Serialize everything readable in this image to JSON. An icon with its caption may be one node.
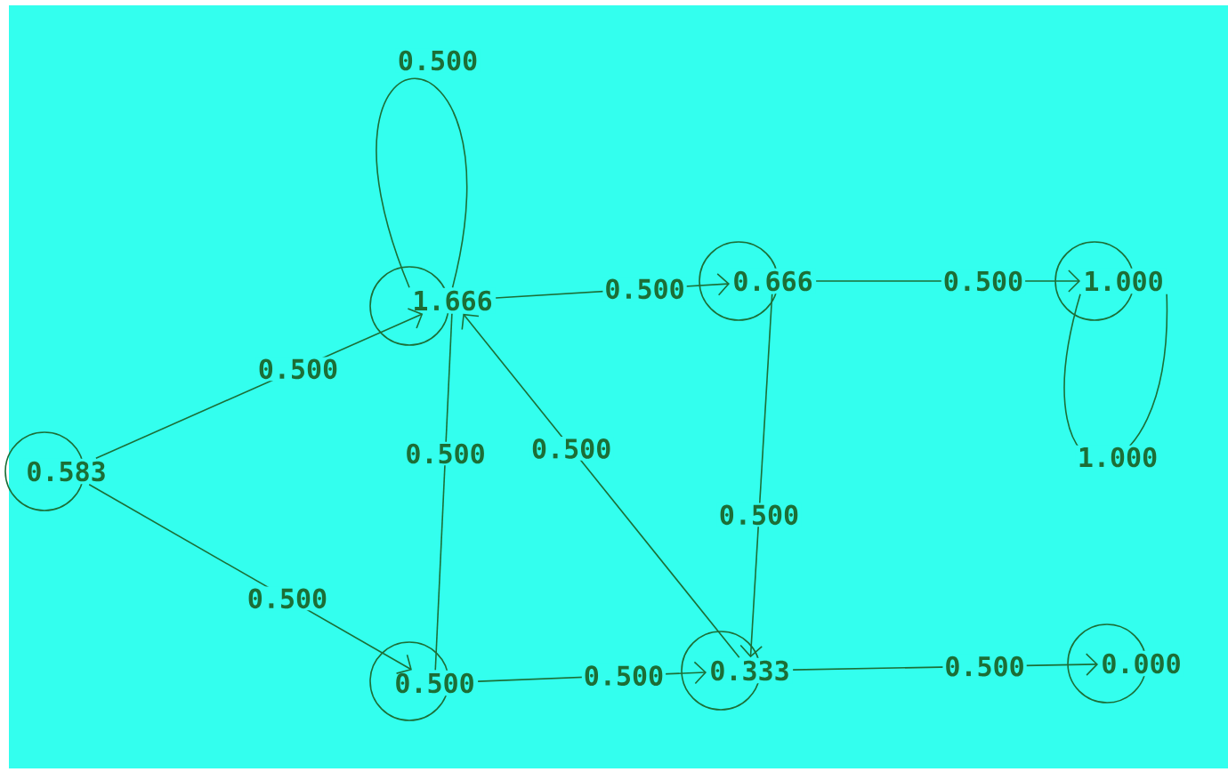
{
  "diagram": {
    "nodes": [
      {
        "text": [
          "0.583"
        ]
      },
      {
        "text": [
          "1.666"
        ]
      },
      {
        "text": [
          "0.666"
        ]
      },
      {
        "text": [
          "1.000"
        ]
      },
      {
        "text": [
          "0.500"
        ]
      },
      {
        "text": [
          "0.333"
        ]
      },
      {
        "text": [
          "0.000"
        ]
      }
    ],
    "edges": [
      {
        "from": 0,
        "to": 1,
        "arrow": "to",
        "label": "0.500"
      },
      {
        "from": 0,
        "to": 4,
        "arrow": "to",
        "label": "0.500"
      },
      {
        "from": 1,
        "to": 1,
        "arrow": "none",
        "label": "0.500"
      },
      {
        "from": 1,
        "to": 2,
        "arrow": "to",
        "label": "0.500"
      },
      {
        "from": 2,
        "to": 3,
        "arrow": "to",
        "label": "0.500"
      },
      {
        "from": 3,
        "to": 3,
        "arrow": "none",
        "label": "1.000"
      },
      {
        "from": 2,
        "to": 5,
        "arrow": "to",
        "label": "0.500"
      },
      {
        "from": 4,
        "to": 1,
        "arrow": "none",
        "label": "0.500"
      },
      {
        "from": 5,
        "to": 1,
        "arrow": "to",
        "label": "0.500"
      },
      {
        "from": 4,
        "to": 5,
        "arrow": "to",
        "label": "0.500"
      },
      {
        "from": 5,
        "to": 6,
        "arrow": "to",
        "label": "0.500"
      }
    ]
  }
}
